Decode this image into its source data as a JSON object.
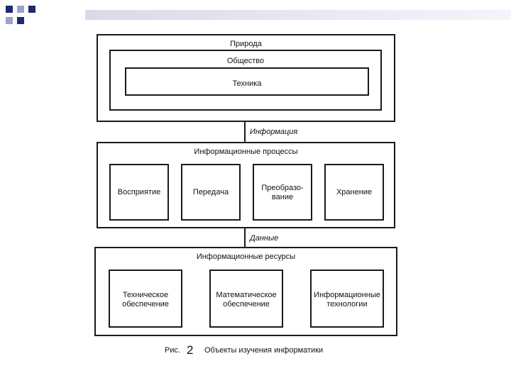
{
  "outer": {
    "nature": "Природа",
    "society": "Общество",
    "technology": "Техника"
  },
  "link_info": "Информация",
  "processes": {
    "title": "Информационные процессы",
    "items": [
      "Восприятие",
      "Передача",
      "Преобразо-\nвание",
      "Хранение"
    ]
  },
  "link_data": "Данные",
  "resources": {
    "title": "Информационные ресурсы",
    "items": [
      "Техническое\nобеспечение",
      "Математическое\nобеспечение",
      "Информационные\nтехнологии"
    ]
  },
  "caption": {
    "prefix": "Рис.",
    "number": "2",
    "text": "Объекты изучения информатики"
  },
  "colors": {
    "deco_dark": "#1f2a6b",
    "deco_light": "#9aa3c8"
  }
}
